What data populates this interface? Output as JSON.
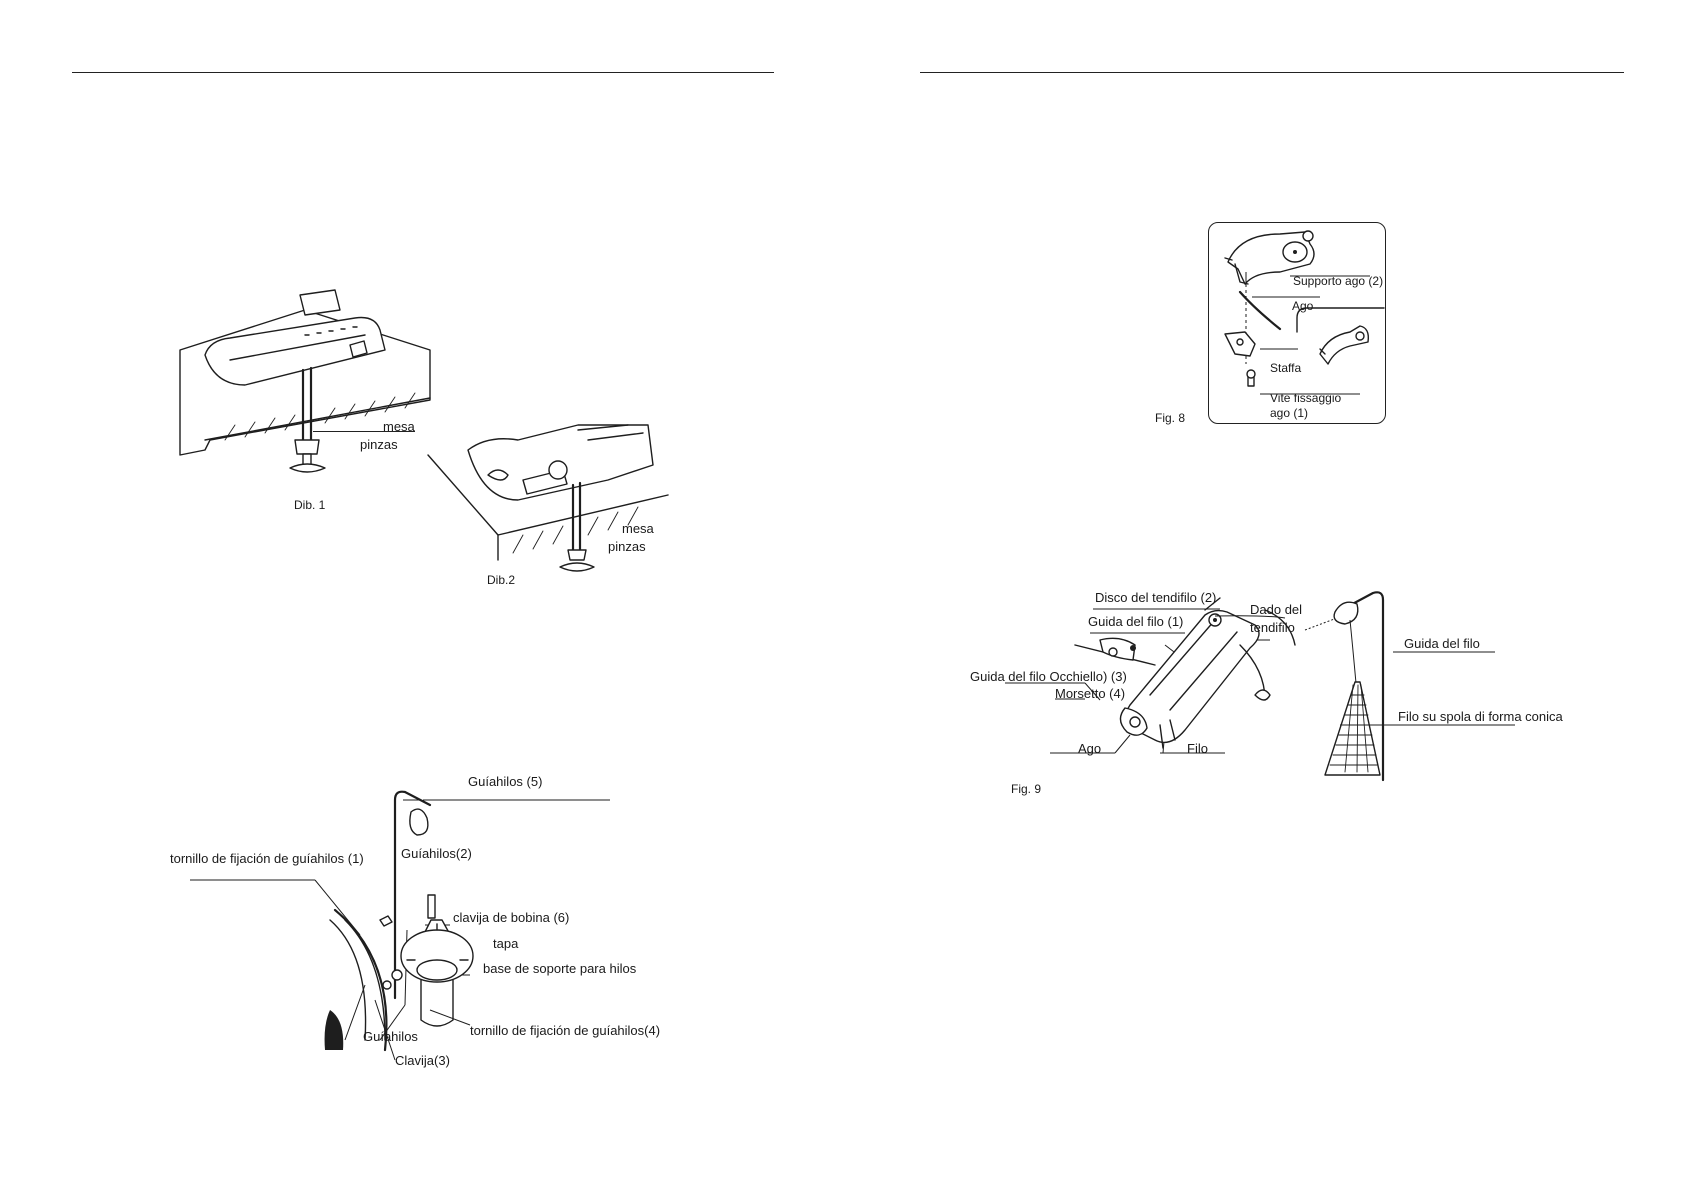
{
  "left_page": {
    "dib1": {
      "caption": "Dib. 1",
      "label_mesa": "mesa",
      "label_pinzas": "pinzas"
    },
    "dib2": {
      "caption": "Dib.2",
      "label_mesa": "mesa",
      "label_pinzas": "pinzas"
    },
    "thread_stand": {
      "guiahilos_5": "Guíahilos (5)",
      "guiahilos_2": "Guíahilos(2)",
      "tornillo_1": "tornillo de fijación de guíahilos (1)",
      "clavija_bobina_6": "clavija de bobina (6)",
      "tapa": "tapa",
      "base_soporte": "base de soporte para hilos",
      "guiahilos": "Guíahilos",
      "tornillo_4": "tornillo de fijación de guíahilos(4)",
      "clavija_3": "Clavija(3)"
    }
  },
  "right_page": {
    "fig8": {
      "caption": "Fig. 8",
      "supporto_ago": "Supporto ago (2)",
      "ago": "Ago",
      "staffa": "Staffa",
      "vite_line1": "Vite fissaggio",
      "vite_line2": "ago (1)"
    },
    "fig9": {
      "caption": "Fig. 9",
      "disco_tendifilo": "Disco del tendifilo (2)",
      "guida_filo_1": "Guida del filo (1)",
      "dado_line1": "Dado del",
      "dado_line2": "tendifilo",
      "guida_occhiello": "Guida del filo Occhiello) (3)",
      "morsetto": "Morsetto (4)",
      "ago": "Ago",
      "filo": "Filo",
      "guida_filo": "Guida del filo",
      "filo_spola": "Filo su spola di forma conica"
    }
  }
}
